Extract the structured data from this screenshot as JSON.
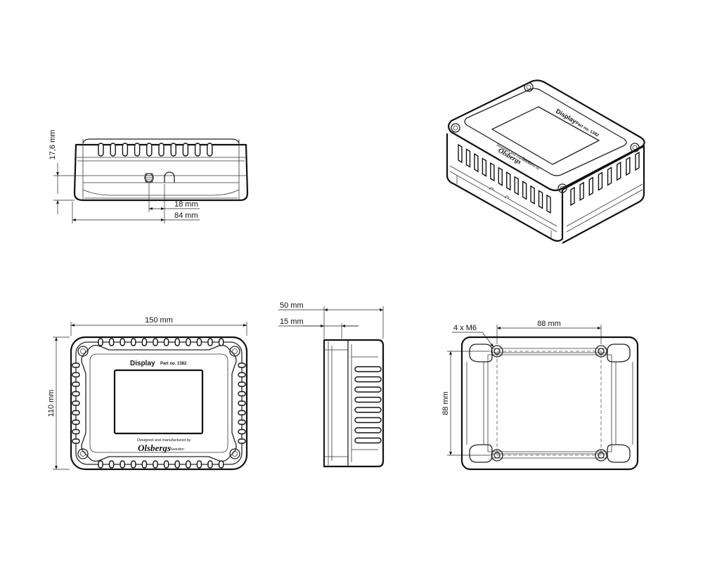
{
  "side_view": {
    "height_dim": "17,6 mm",
    "offset_dim": "18 mm",
    "center_dim": "84 mm"
  },
  "front_view": {
    "width_dim": "150 mm",
    "height_dim": "110 mm",
    "product_name": "Display",
    "part_no": "Part no. 1382",
    "designed_by": "Designed and manufactured by",
    "brand": "Olsbergs",
    "country": "Sweden"
  },
  "end_view": {
    "depth_dim": "50 mm",
    "front_depth_dim": "15 mm"
  },
  "back_view": {
    "hole_label": "4 x M6",
    "hole_spacing_x": "88 mm",
    "hole_spacing_y": "88 mm"
  },
  "iso_view": {
    "product_name": "Display",
    "part_no": "Part no. 1382",
    "designed_by": "Designed and manufactured by",
    "brand": "Olsbergs",
    "country": "Sweden"
  }
}
